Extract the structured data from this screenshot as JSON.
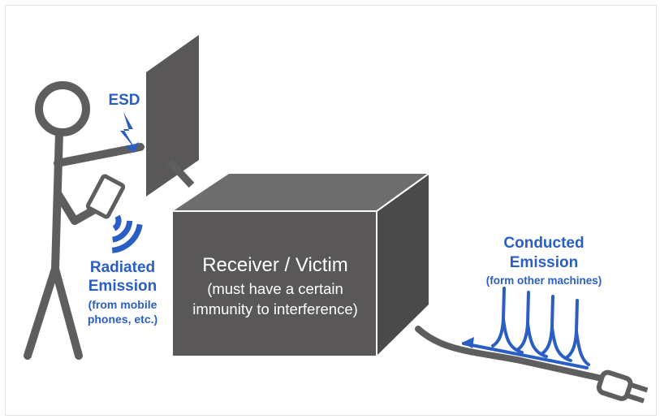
{
  "labels": {
    "esd": "ESD",
    "radiated_line1": "Radiated",
    "radiated_line2": "Emission",
    "radiated_note1": "(from mobile",
    "radiated_note2": "phones, etc.)",
    "conducted_line1": "Conducted",
    "conducted_line2": "Emission",
    "conducted_note": "(form other machines)",
    "receiver_title": "Receiver / Victim",
    "receiver_note1": "(must have a certain",
    "receiver_note2": "immunity to interference)"
  },
  "colors": {
    "accent_blue": "#2a5ec5",
    "figure_gray": "#5f5e5e",
    "box_front": "#595757",
    "box_top": "#6e6d6d",
    "box_side": "#4b4a4a"
  },
  "icons": [
    "stick-figure-icon",
    "mobile-phone-icon",
    "lightning-bolt-icon",
    "radio-waves-icon",
    "power-plug-icon",
    "conducted-wave-spikes-icon"
  ]
}
